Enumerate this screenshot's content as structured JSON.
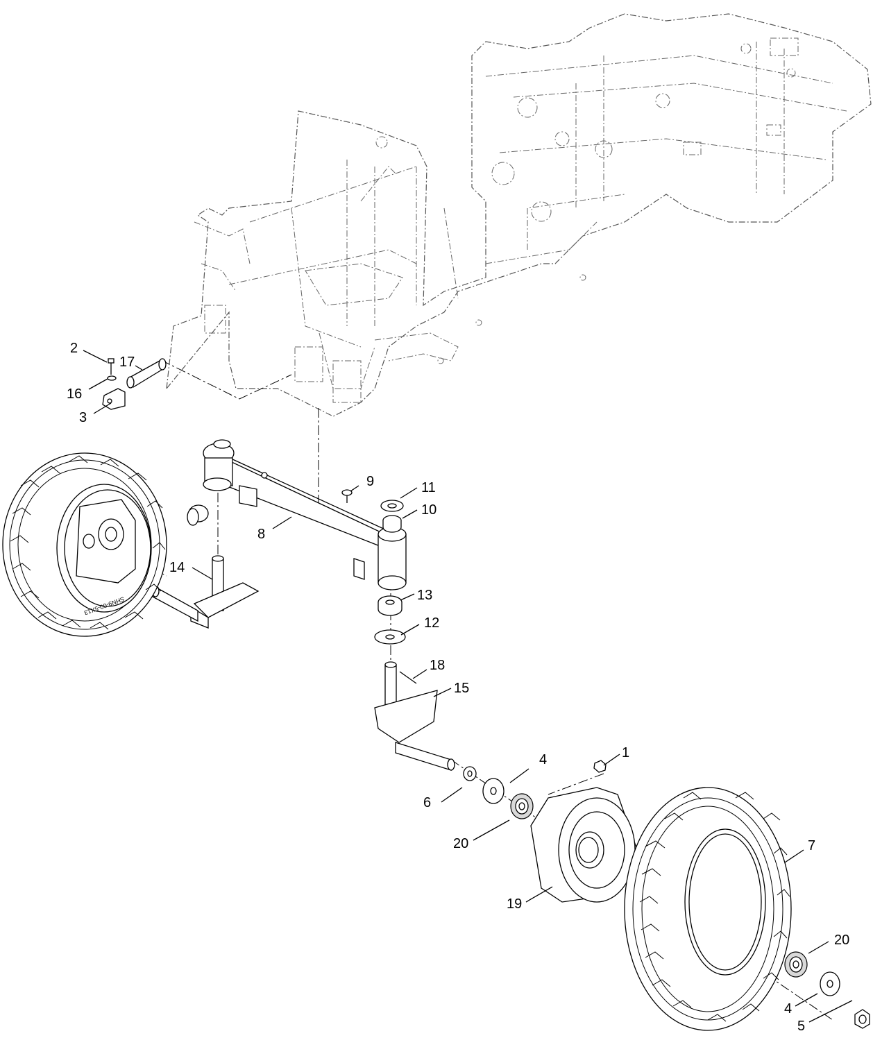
{
  "callouts": {
    "c1": "1",
    "c2": "2",
    "c3": "3",
    "c4a": "4",
    "c4b": "4",
    "c5": "5",
    "c6": "6",
    "c7": "7",
    "c8": "8",
    "c9": "9",
    "c10": "10",
    "c11": "11",
    "c12": "12",
    "c13": "13",
    "c14": "14",
    "c15": "15",
    "c16": "16",
    "c17": "17",
    "c18": "18",
    "c19": "19",
    "c20a": "20",
    "c20b": "20"
  },
  "tire": {
    "sidewall_text": "SHN9-00-5X13"
  }
}
